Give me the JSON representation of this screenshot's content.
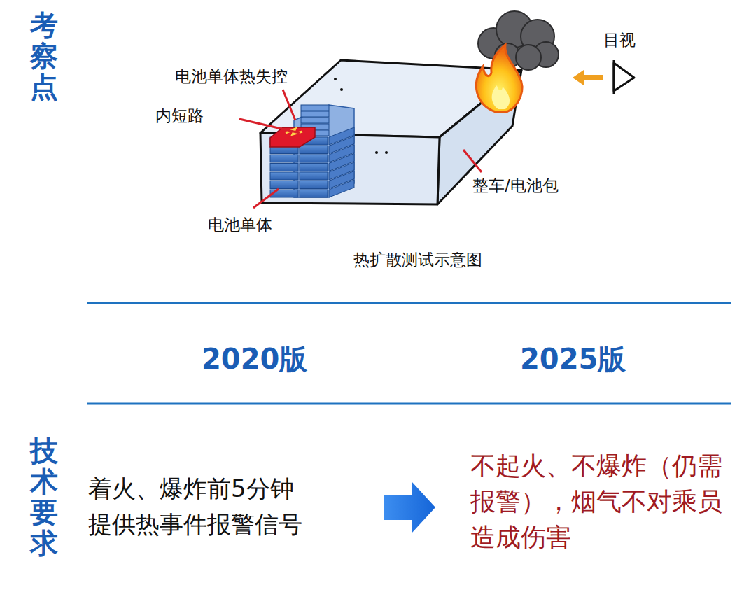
{
  "diagram": {
    "caption": "热扩散测试示意图",
    "labels": [
      "考察点",
      "电池单体热失控",
      "内短路",
      "电池单体",
      "目视",
      "整车/电池包",
      "2020版",
      "2025版",
      "技术要求",
      "着火、爆炸前5分钟 提供热事件报警信号",
      "不起火、不爆炸（仍需报警），烟气不对乘员造成伤害"
    ]
  }
}
